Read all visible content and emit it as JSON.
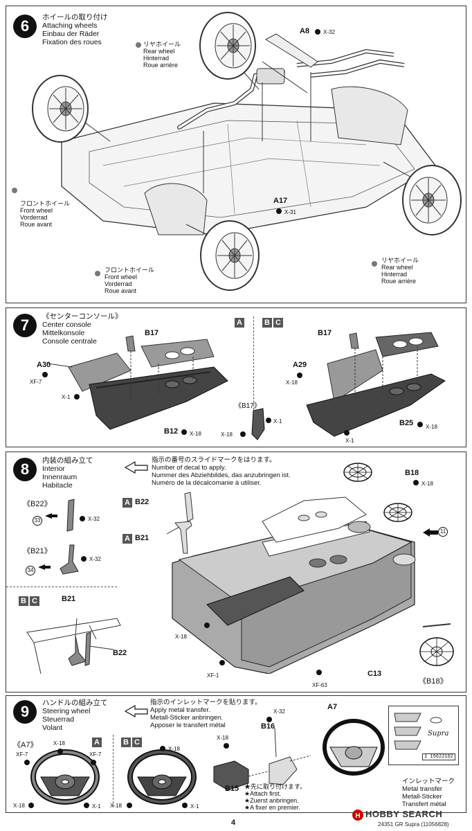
{
  "steps": {
    "s6": {
      "number": "6",
      "title": [
        "ホイールの取り付け",
        "Attaching wheels",
        "Einbau der Räder",
        "Fixation des roues"
      ],
      "rear_wheel_top": [
        "リヤホイール",
        "Rear wheel",
        "Hinterrad",
        "Roue arrière"
      ],
      "front_wheel_left": [
        "フロントホイール",
        "Front wheel",
        "Vorderrad",
        "Roue avant"
      ],
      "front_wheel_bottom": [
        "フロントホイール",
        "Front wheel",
        "Vorderrad",
        "Roue avant"
      ],
      "rear_wheel_right": [
        "リヤホイール",
        "Rear wheel",
        "Hinterrad",
        "Roue arrière"
      ],
      "parts": {
        "a8": "A8",
        "a8_screw": "X-32",
        "a17": "A17",
        "a17_screw": "X-31"
      }
    },
    "s7": {
      "number": "7",
      "title": [
        "《センターコンソール》",
        "Center console",
        "Mittelkonsole",
        "Console centrale"
      ],
      "variant_a": "A",
      "variant_b": "B",
      "variant_c": "C",
      "left": {
        "b17": "B17",
        "a30": "A30",
        "xf7": "XF-7",
        "x1": "X-1",
        "b12": "B12",
        "x18": "X-18"
      },
      "mid": {
        "title": "《B17》",
        "x1": "X-1",
        "x18": "X-18"
      },
      "right": {
        "b17": "B17",
        "a29": "A29",
        "x18a": "X-18",
        "b25": "B25",
        "x18b": "X-18",
        "x1": "X-1"
      }
    },
    "s8": {
      "number": "8",
      "title": [
        "内装の組み立て",
        "Interior",
        "Innenraum",
        "Habitacle"
      ],
      "decal": [
        "指示の番号のスライドマークをはります。",
        "Number of decal to apply.",
        "Nummer des Abziehbildes, das anzubringen ist.",
        "Numéro de la décalcomanie à utiliser."
      ],
      "b22_title": "《B22》",
      "b22_decal": "33",
      "b22_screw": "X-32",
      "b21_title": "《B21》",
      "b21_decal": "34",
      "b21_screw": "X-32",
      "variant_a": "A",
      "variant_b": "B",
      "variant_c": "C",
      "bc_b21": "B21",
      "bc_b22": "B22",
      "a_b22": "B22",
      "a_b21": "B21",
      "b18": "B18",
      "b18_screw": "X-18",
      "decal_11": "11",
      "x18": "X-18",
      "xf1": "XF-1",
      "xf63": "XF-63",
      "c13": "C13",
      "b18_title": "《B18》"
    },
    "s9": {
      "number": "9",
      "title": [
        "ハンドルの組み立て",
        "Steering wheel",
        "Steuerrad",
        "Volant"
      ],
      "metal": [
        "指示のインレットマークを貼ります。",
        "Apply metal transfer.",
        "Metall-Sticker anbringen.",
        "Apposer le transfert métal"
      ],
      "a7_title": "《A7》",
      "variant_a": "A",
      "variant_b": "B",
      "variant_c": "C",
      "left": {
        "x18_top": "X-18",
        "xf7_l": "XF-7",
        "xf7_r": "XF-7",
        "x18_bl": "X-18",
        "x1": "X-1"
      },
      "mid": {
        "x18_top": "X-18",
        "x18_bl": "X-18",
        "x1": "X-1"
      },
      "parts": {
        "x32": "X-32",
        "b16": "B16",
        "x18": "X-18",
        "a7": "A7",
        "b15": "B15"
      },
      "first": [
        "★先に取り付けます。",
        "★Attach first.",
        "★Zuerst anbringen.",
        "★A fixer en premier."
      ],
      "inlet": [
        "インレットマーク",
        "Metal transfer",
        "Metall-Sticker",
        "Transfert métal"
      ],
      "inlet_code": "1 15622102",
      "supra_script": "Supra"
    }
  },
  "footer": {
    "page": "4",
    "brand": "HOBBY SEARCH",
    "caption": "24351  GR Supra (11056828)"
  }
}
